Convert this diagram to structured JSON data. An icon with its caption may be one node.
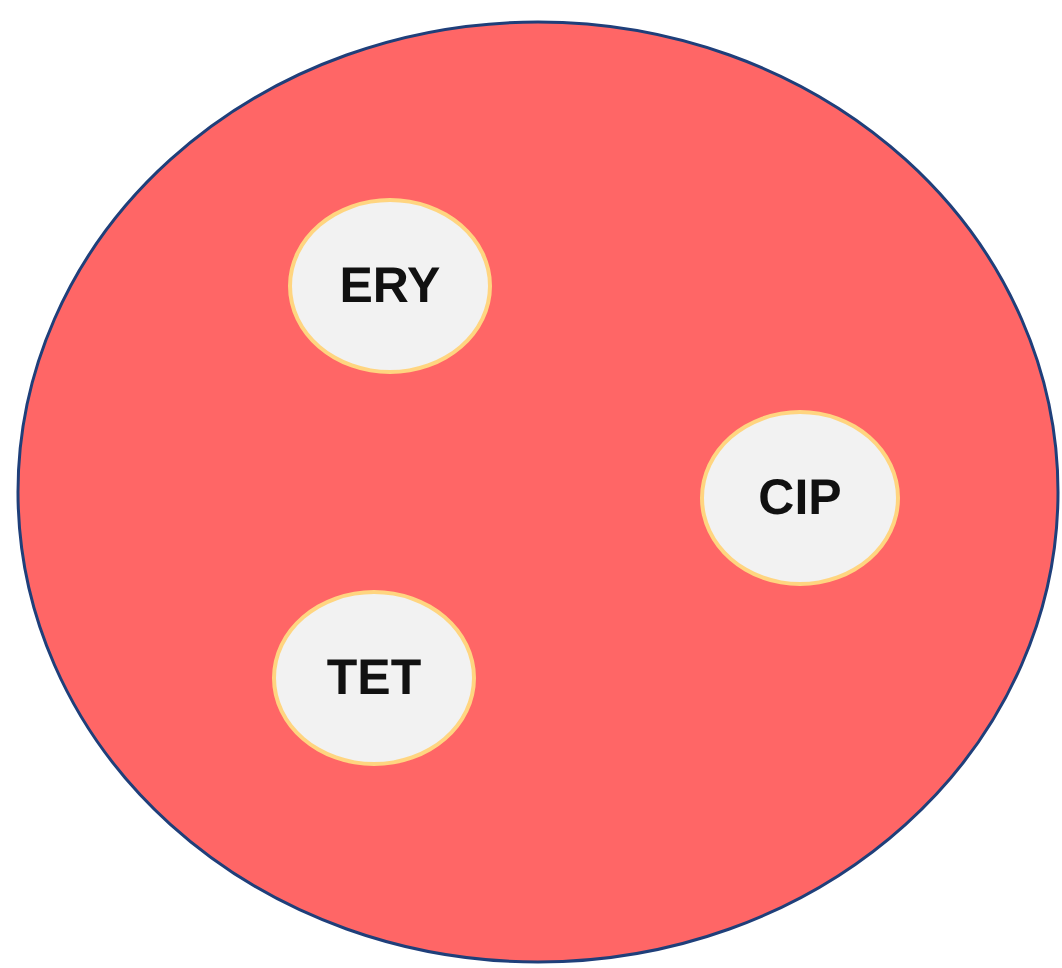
{
  "diagram": {
    "nodes": [
      {
        "text": [],
        "shape": "circle"
      },
      {
        "text": [
          "ERY"
        ],
        "in": 0
      },
      {
        "text": [
          "CIP"
        ],
        "in": 0
      },
      {
        "text": [
          "TET"
        ],
        "in": 0
      }
    ]
  }
}
